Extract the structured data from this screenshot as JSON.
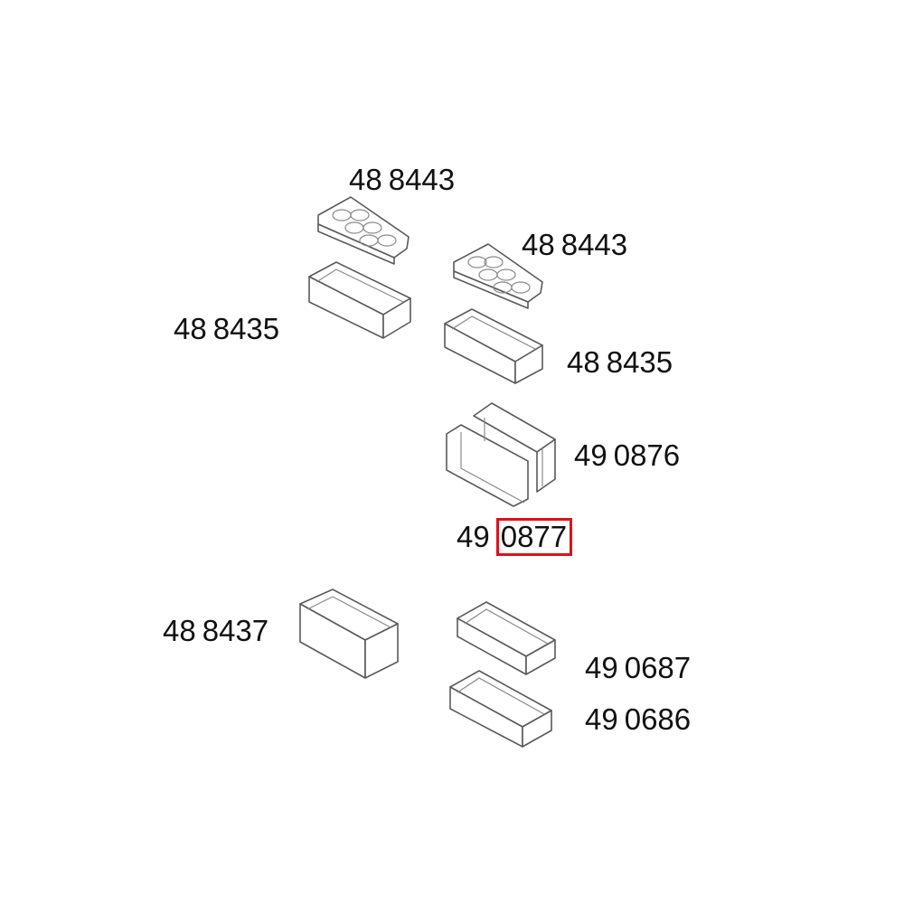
{
  "labels": [
    {
      "id": "egg-tray-top",
      "prefix": "48",
      "number": "8443",
      "highlighted": false
    },
    {
      "id": "egg-tray-right",
      "prefix": "48",
      "number": "8443",
      "highlighted": false
    },
    {
      "id": "shelf-left",
      "prefix": "48",
      "number": "8435",
      "highlighted": false
    },
    {
      "id": "shelf-right",
      "prefix": "48",
      "number": "8435",
      "highlighted": false
    },
    {
      "id": "bottle-holder",
      "prefix": "49",
      "number": "0876",
      "highlighted": false
    },
    {
      "id": "bottle-holder-highlight",
      "prefix": "49",
      "number": "0877",
      "highlighted": true
    },
    {
      "id": "bottle-shelf",
      "prefix": "48",
      "number": "8437",
      "highlighted": false
    },
    {
      "id": "lower-tray",
      "prefix": "49",
      "number": "0687",
      "highlighted": false
    },
    {
      "id": "lower-bin",
      "prefix": "49",
      "number": "0686",
      "highlighted": false
    }
  ],
  "colors": {
    "highlight": "#e0101a",
    "line": "#5a5a5a",
    "text": "#111111"
  }
}
